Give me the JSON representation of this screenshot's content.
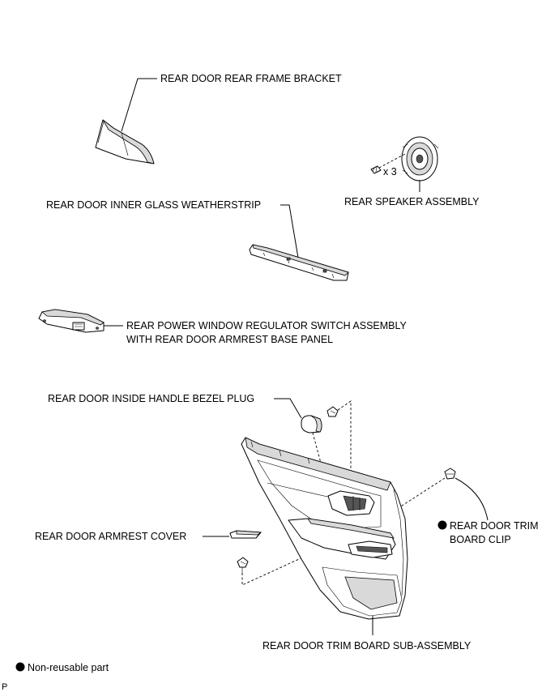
{
  "labels": {
    "rear_frame_bracket": "REAR DOOR REAR FRAME BRACKET",
    "speaker_qty": "x 3",
    "rear_speaker": "REAR SPEAKER ASSEMBLY",
    "inner_glass_weatherstrip": "REAR DOOR INNER GLASS WEATHERSTRIP",
    "window_switch_line1": "REAR POWER WINDOW REGULATOR SWITCH ASSEMBLY",
    "window_switch_line2": "WITH REAR DOOR ARMREST BASE PANEL",
    "bezel_plug": "REAR DOOR INSIDE HANDLE BEZEL PLUG",
    "armrest_cover": "REAR DOOR ARMREST COVER",
    "trim_clip_line1": "REAR DOOR TRIM",
    "trim_clip_line2": "BOARD CLIP",
    "trim_board": "REAR DOOR TRIM BOARD SUB-ASSEMBLY"
  },
  "legend": {
    "non_reusable": "Non-reusable part"
  },
  "footer": {
    "code": "P"
  }
}
